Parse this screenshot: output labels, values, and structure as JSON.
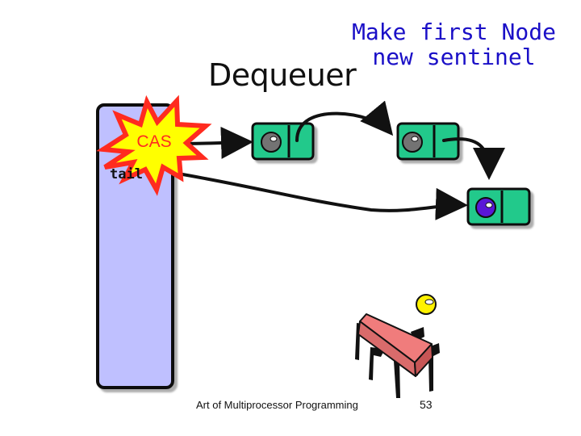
{
  "slide": {
    "title_lines": [
      "Make first Node",
      "new sentinel"
    ],
    "main_title": "Dequeuer",
    "burst_label": "CAS",
    "field_label": "tail",
    "footer_text": "Art of Multiprocessor Programming",
    "page_number": "53"
  },
  "colors": {
    "blue_text": "#1a0fc7",
    "lavender_panel": "#bfc0ff",
    "node_green": "#22c98b",
    "burst_red": "#ff2b1f",
    "burst_yellow": "#ffff00",
    "table_pink": "#f07c7c",
    "purple_ball": "#5a18d7",
    "yellow_ball": "#fff200"
  }
}
